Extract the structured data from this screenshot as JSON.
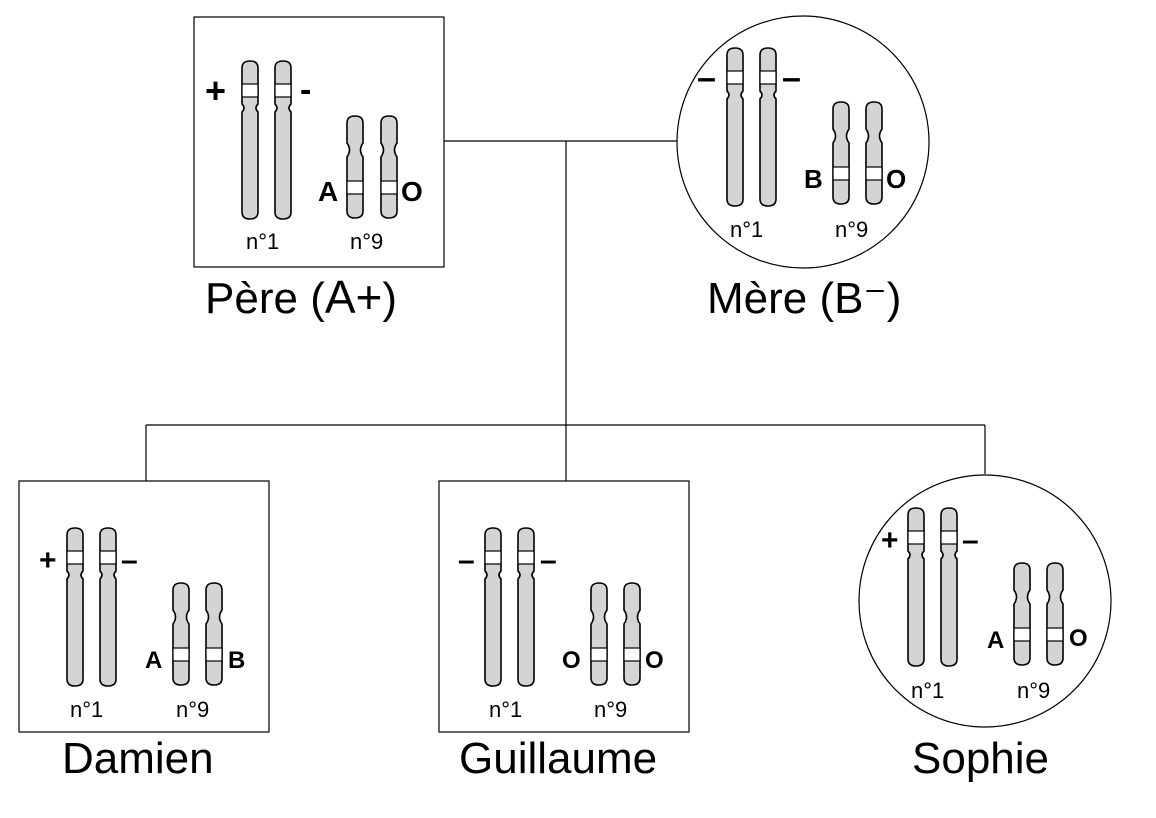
{
  "people": {
    "father": {
      "name": "Père",
      "group_open": "(",
      "group": "A+",
      "group_close": ")",
      "shape": "square",
      "chr1": {
        "left": "+",
        "right": "-"
      },
      "chr9": {
        "left": "A",
        "right": "O"
      },
      "label_chr1": "n°1",
      "label_chr9": "n°9"
    },
    "mother": {
      "name": "Mère",
      "group_open": "(",
      "group": "B⁻",
      "group_close": ")",
      "shape": "circle",
      "chr1": {
        "left": "–",
        "right": "–"
      },
      "chr9": {
        "left": "B",
        "right": "O"
      },
      "label_chr1": "n°1",
      "label_chr9": "n°9"
    },
    "damien": {
      "name": "Damien",
      "shape": "square",
      "chr1": {
        "left": "+",
        "right": "–"
      },
      "chr9": {
        "left": "A",
        "right": "B"
      },
      "label_chr1": "n°1",
      "label_chr9": "n°9"
    },
    "guillaume": {
      "name": "Guillaume",
      "shape": "square",
      "chr1": {
        "left": "–",
        "right": "–"
      },
      "chr9": {
        "left": "O",
        "right": "O"
      },
      "label_chr1": "n°1",
      "label_chr9": "n°9"
    },
    "sophie": {
      "name": "Sophie",
      "shape": "circle",
      "chr1": {
        "left": "+",
        "right": "–"
      },
      "chr9": {
        "left": "A",
        "right": "O"
      },
      "label_chr1": "n°1",
      "label_chr9": "n°9"
    }
  },
  "colors": {
    "chromosome": "#d4d4d4",
    "line": "#000000",
    "background": "#ffffff"
  }
}
